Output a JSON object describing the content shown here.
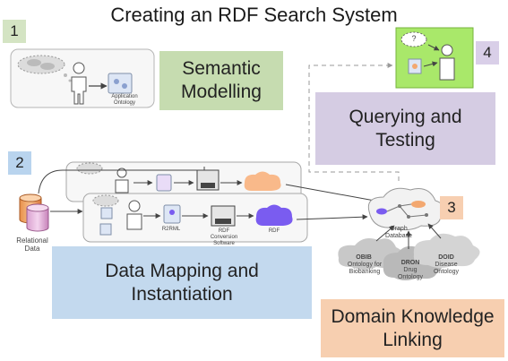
{
  "title": "Creating an RDF Search System",
  "steps": {
    "one": "1",
    "two": "2",
    "three": "3",
    "four": "4"
  },
  "labels": {
    "semantic": "Semantic\nModelling",
    "querying": "Querying and\nTesting",
    "mapping": "Data Mapping and\nInstantiation",
    "domain": "Domain Knowledge\nLinking"
  },
  "panel1": {
    "doc_label": "Application\nOntology"
  },
  "database": {
    "label": "Relational\nData"
  },
  "pipeline": {
    "r2rml": "R2RML",
    "conversion": "RDF Conversion\nSoftware",
    "rdf": "RDF"
  },
  "graph": {
    "label": "Graph\nDatabase"
  },
  "ontologies": {
    "obib_abbr": "OBIB",
    "obib_name": "Ontology for\nBiobanking",
    "dron_abbr": "DRON",
    "dron_name": "Drug\nOntology",
    "doid_abbr": "DOID",
    "doid_name": "Disease\nOntology"
  },
  "query_bubble": "?",
  "colors": {
    "semantic": "#c6dcb0",
    "querying": "#d5cce3",
    "mapping": "#c3d9ee",
    "domain": "#f7cfb0",
    "query_panel": "#a9e86a",
    "rdf_cloud_orange": "#f9b98a",
    "rdf_cloud_purple": "#7a5cf0",
    "cloud_gray": "#c8c8c8"
  }
}
